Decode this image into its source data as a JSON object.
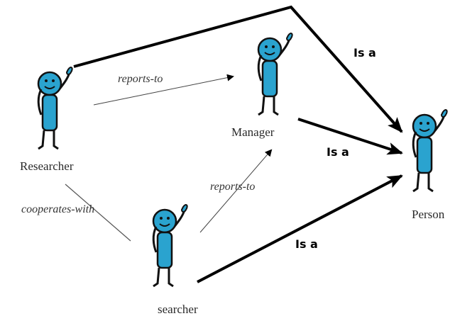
{
  "diagram": {
    "nodes": {
      "researcher_top": {
        "label": "Researcher"
      },
      "manager": {
        "label": "Manager"
      },
      "person": {
        "label": "Person"
      },
      "researcher_bottom": {
        "label": "searcher"
      }
    },
    "edges": {
      "reports_to_1": {
        "label": "reports-to"
      },
      "reports_to_2": {
        "label": "reports-to"
      },
      "cooperates_with": {
        "label": "cooperates-with"
      },
      "is_a_top": {
        "label": "Is a"
      },
      "is_a_middle": {
        "label": "Is a"
      },
      "is_a_bottom": {
        "label": "Is a"
      }
    }
  },
  "colors": {
    "figure_body": "#2aa3cf",
    "figure_outline": "#111111",
    "isa_line": "#000000",
    "relation_line": "#444444"
  },
  "icons": [
    "stick-figure-icon"
  ]
}
